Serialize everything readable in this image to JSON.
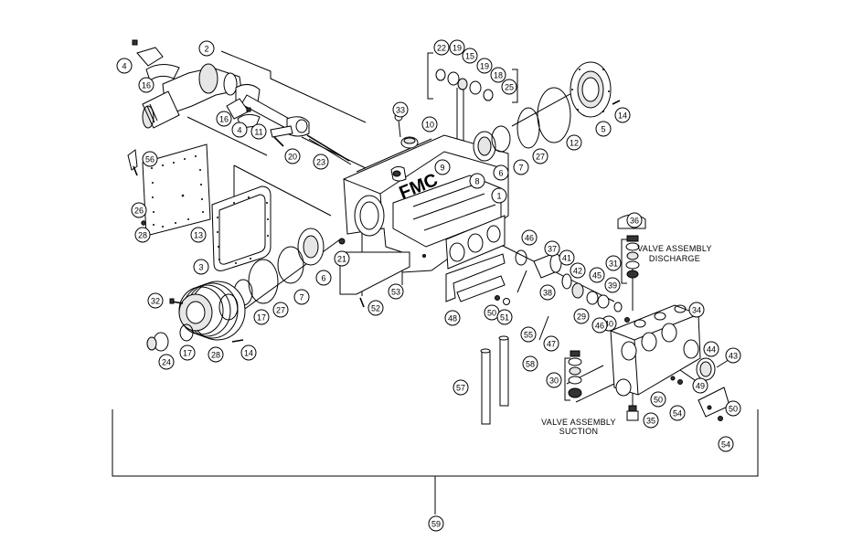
{
  "brand": "FMC",
  "callouts": [
    "1",
    "2",
    "3",
    "4",
    "4",
    "5",
    "6",
    "6",
    "7",
    "7",
    "8",
    "9",
    "10",
    "11",
    "12",
    "13",
    "14",
    "14",
    "15",
    "16",
    "16",
    "17",
    "17",
    "18",
    "19",
    "19",
    "20",
    "21",
    "22",
    "23",
    "24",
    "25",
    "26",
    "27",
    "27",
    "28",
    "28",
    "29",
    "30",
    "31",
    "32",
    "33",
    "34",
    "35",
    "36",
    "37",
    "38",
    "39",
    "40",
    "41",
    "42",
    "43",
    "44",
    "45",
    "46",
    "46",
    "47",
    "48",
    "49",
    "50",
    "50",
    "50",
    "51",
    "52",
    "53",
    "54",
    "54",
    "55",
    "56",
    "57",
    "58",
    "59"
  ],
  "notes": {
    "discharge_line1": "VALVE ASSEMBLY",
    "discharge_line2": "DISCHARGE",
    "suction_line1": "VALVE ASSEMBLY",
    "suction_line2": "SUCTION"
  }
}
